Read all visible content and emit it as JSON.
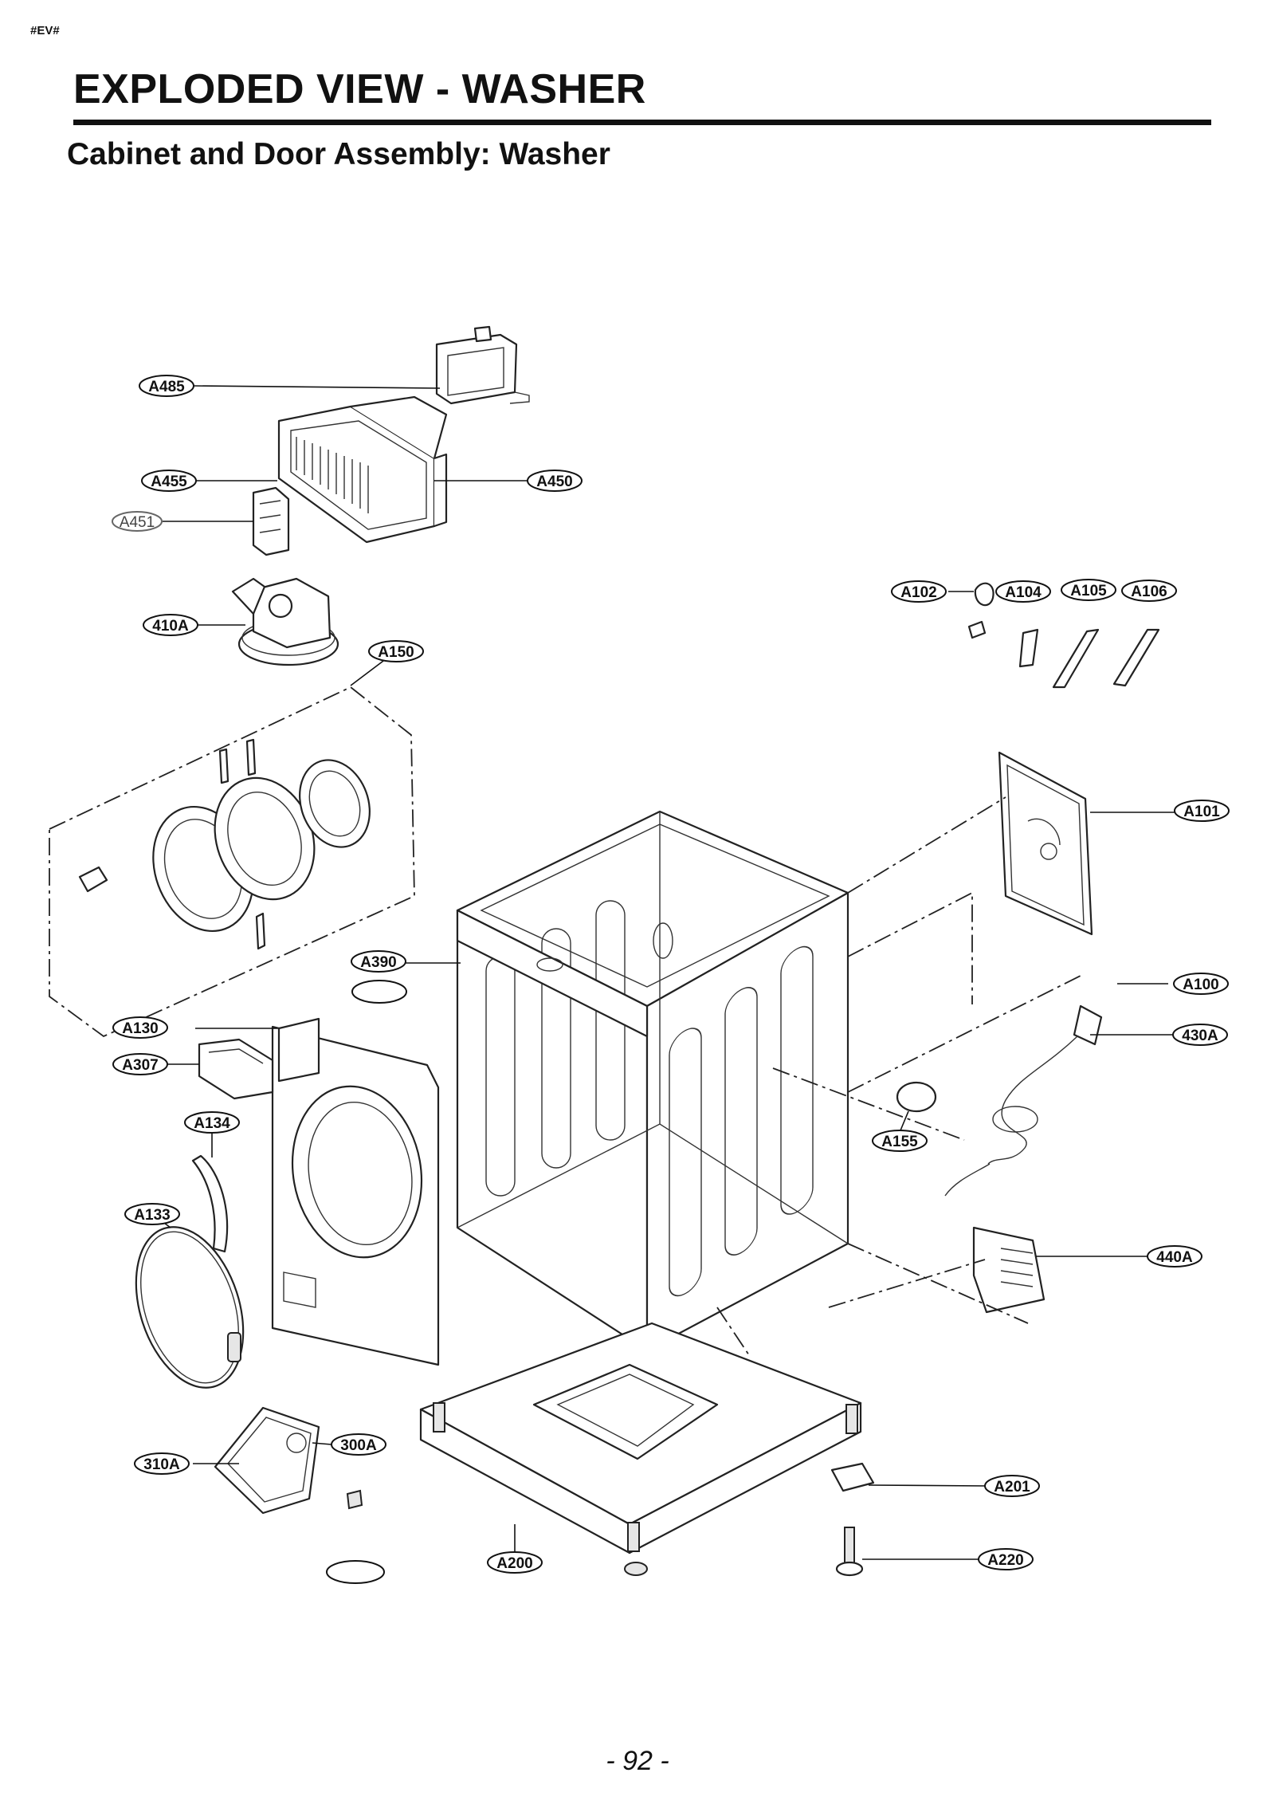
{
  "header": {
    "tag": "#EV#",
    "title": "EXPLODED VIEW - WASHER",
    "subtitle": "Cabinet and Door Assembly: Washer"
  },
  "callouts": {
    "A485": "A485",
    "A455": "A455",
    "A450": "A450",
    "A451": "A451",
    "410A": "410A",
    "A150": "A150",
    "A102": "A102",
    "A104": "A104",
    "A105": "A105",
    "A106": "A106",
    "A101": "A101",
    "A390": "A390",
    "A100": "A100",
    "430A": "430A",
    "A130": "A130",
    "A307": "A307",
    "A155": "A155",
    "A134": "A134",
    "440A": "440A",
    "A133": "A133",
    "300A": "300A",
    "310A": "310A",
    "A201": "A201",
    "A200": "A200",
    "A220": "A220"
  },
  "footer": {
    "page_number": "- 92 -"
  }
}
